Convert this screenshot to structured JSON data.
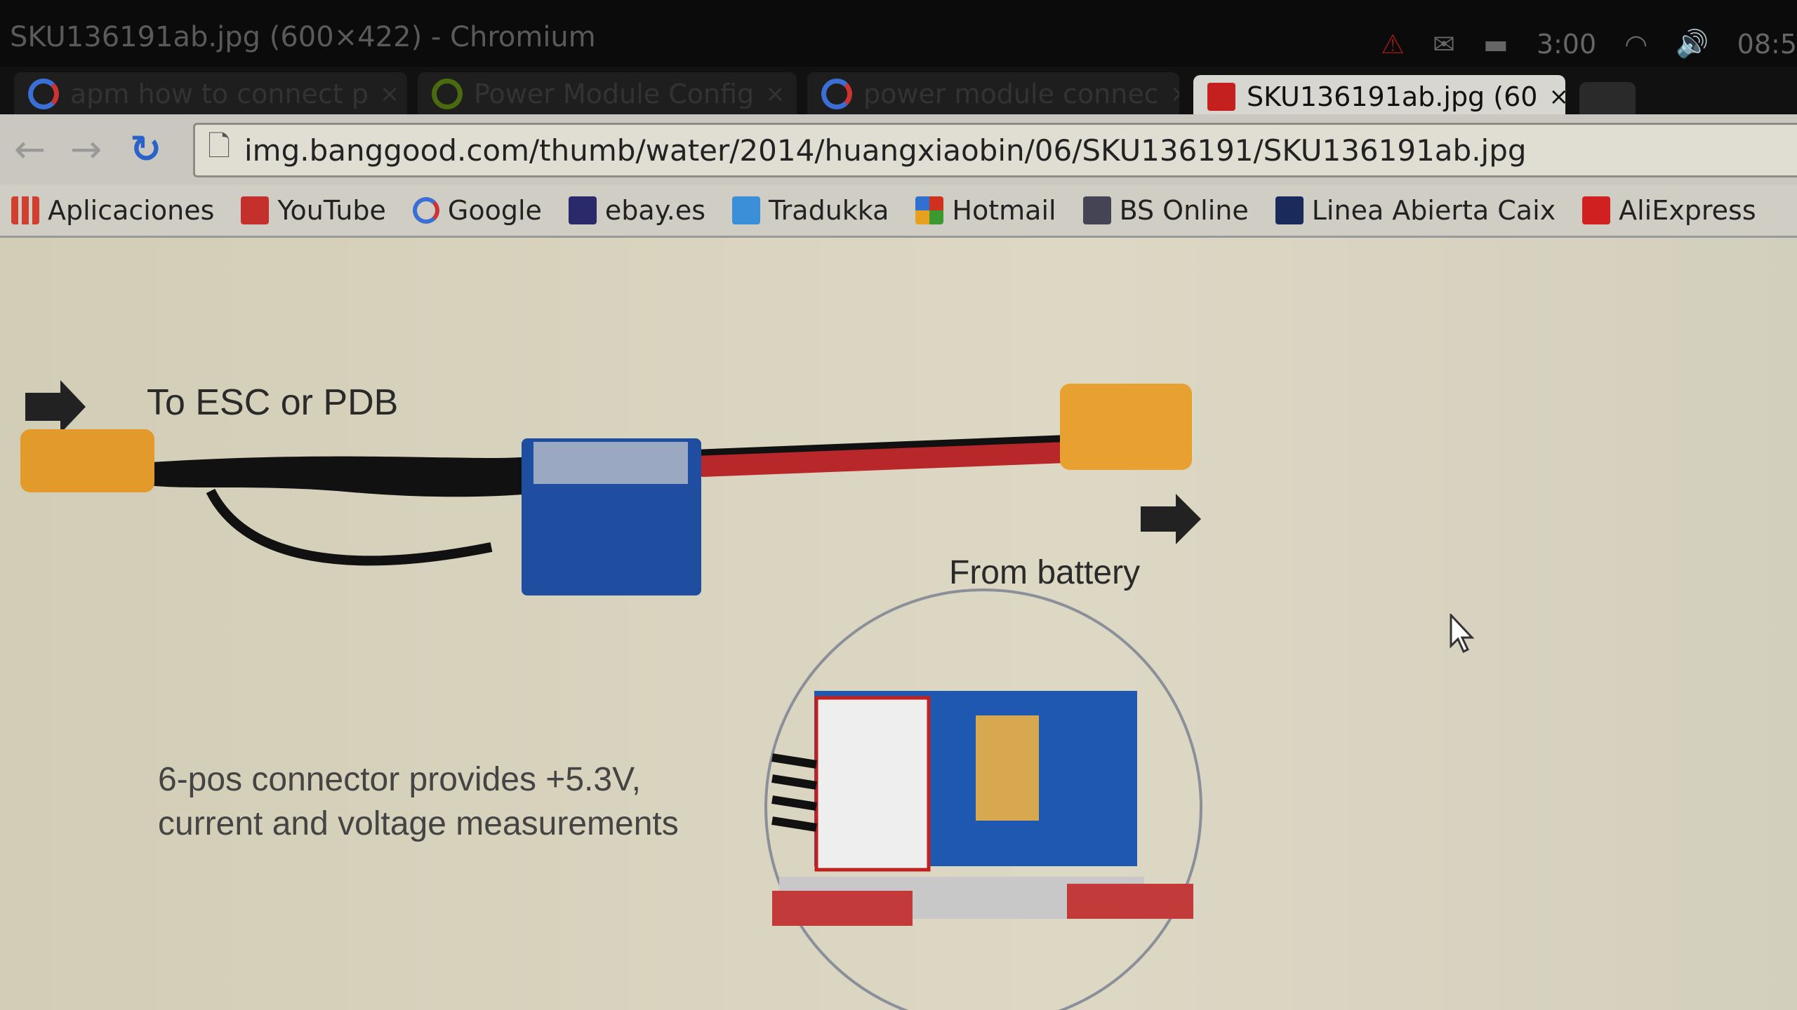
{
  "window": {
    "title": "SKU136191ab.jpg (600×422) - Chromium"
  },
  "tray": {
    "battery_time": "3:00",
    "clock": "08:5"
  },
  "tabs": [
    {
      "label": "apm how to connect p",
      "active": false
    },
    {
      "label": "Power Module Config",
      "active": false
    },
    {
      "label": "power module connec",
      "active": false
    },
    {
      "label": "SKU136191ab.jpg (60",
      "active": true
    }
  ],
  "toolbar": {
    "url": "img.banggood.com/thumb/water/2014/huangxiaobin/06/SKU136191/SKU136191ab.jpg"
  },
  "bookmarks": [
    {
      "label": "Aplicaciones",
      "color": "#d04030"
    },
    {
      "label": "YouTube",
      "color": "#c4302b"
    },
    {
      "label": "Google",
      "color": "#4a80d8"
    },
    {
      "label": "ebay.es",
      "color": "#2a2a6a"
    },
    {
      "label": "Tradukka",
      "color": "#3b8ed8"
    },
    {
      "label": "Hotmail",
      "color": "#e06a20"
    },
    {
      "label": "BS Online",
      "color": "#336"
    },
    {
      "label": "Linea Abierta Caix",
      "color": "#1a2a5a"
    },
    {
      "label": "AliExpress",
      "color": "#d02020"
    }
  ],
  "image": {
    "label_esc": "To ESC or PDB",
    "label_battery": "From battery",
    "label_connector_1": "6-pos connector provides +5.3V,",
    "label_connector_2": "current and voltage measurements"
  }
}
